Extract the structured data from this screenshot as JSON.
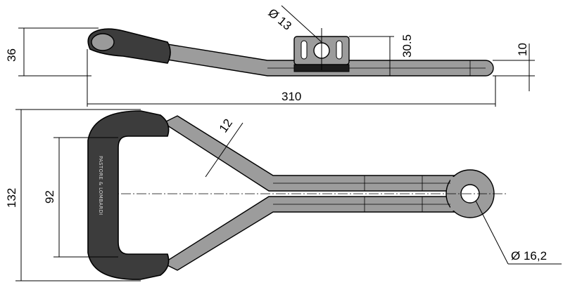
{
  "dimensions": {
    "hole_top": "Ø 13",
    "plate_height": "30.5",
    "end_thickness": "10",
    "height_side": "36",
    "length": "310",
    "rod_diameter": "12",
    "width_outer": "132",
    "width_inner": "92",
    "eye_diameter": "Ø 16,2"
  },
  "brand_text": "PASTORE & LOMBARDI"
}
